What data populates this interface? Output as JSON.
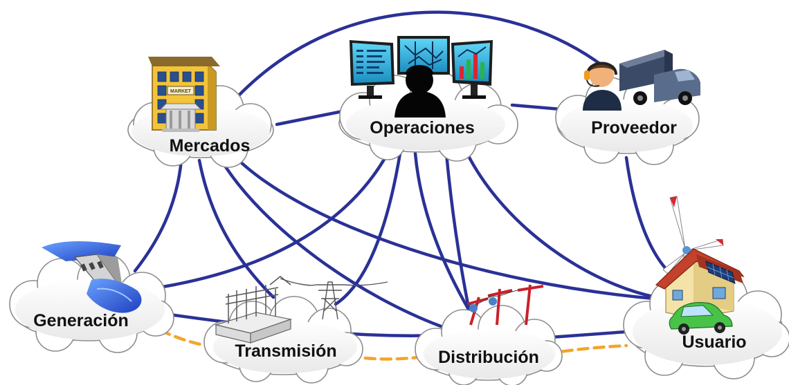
{
  "nodes": {
    "mercados": "Mercados",
    "operaciones": "Operaciones",
    "proveedor": "Proveedor",
    "generacion": "Generación",
    "transmision": "Transmisión",
    "distribucion": "Distribución",
    "usuario": "Usuario"
  },
  "market_sign": "MARKET",
  "colors": {
    "link": "#2a3196",
    "electric_link": "#f2a52a",
    "cloud_fill": "#ffffff",
    "cloud_stroke": "#8d8d8d"
  },
  "links": [
    {
      "from": "mercados",
      "to": "proveedor",
      "type": "communication"
    },
    {
      "from": "mercados",
      "to": "operaciones",
      "type": "communication"
    },
    {
      "from": "operaciones",
      "to": "proveedor",
      "type": "communication"
    },
    {
      "from": "mercados",
      "to": "generacion",
      "type": "communication"
    },
    {
      "from": "mercados",
      "to": "transmision",
      "type": "communication"
    },
    {
      "from": "mercados",
      "to": "distribucion",
      "type": "communication"
    },
    {
      "from": "mercados",
      "to": "usuario",
      "type": "communication"
    },
    {
      "from": "operaciones",
      "to": "generacion",
      "type": "communication"
    },
    {
      "from": "operaciones",
      "to": "transmision",
      "type": "communication"
    },
    {
      "from": "operaciones",
      "to": "distribucion",
      "type": "communication"
    },
    {
      "from": "operaciones",
      "to": "usuario",
      "type": "communication"
    },
    {
      "from": "proveedor",
      "to": "usuario",
      "type": "communication"
    },
    {
      "from": "generacion",
      "to": "distribucion",
      "type": "communication"
    },
    {
      "from": "distribucion",
      "to": "usuario",
      "type": "communication"
    },
    {
      "from": "generacion",
      "to": "transmision",
      "type": "electrical"
    },
    {
      "from": "transmision",
      "to": "distribucion",
      "type": "electrical"
    },
    {
      "from": "distribucion",
      "to": "usuario",
      "type": "electrical"
    }
  ]
}
